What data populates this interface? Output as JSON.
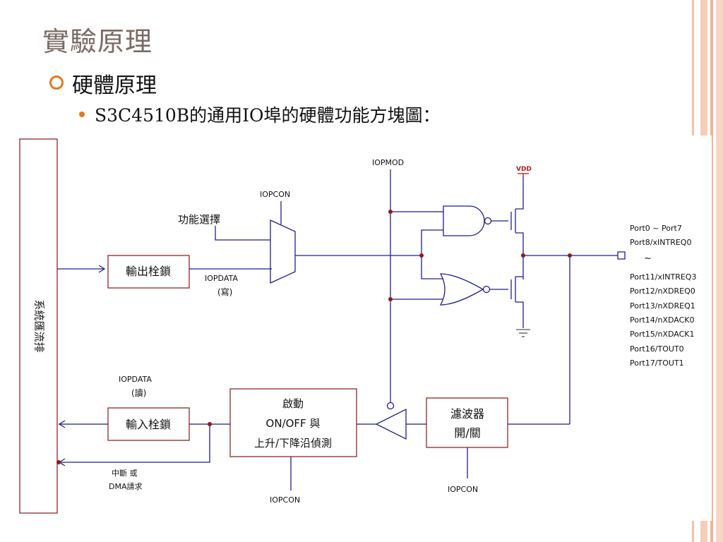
{
  "slide": {
    "title": "實驗原理",
    "bullet_level1": "硬體原理",
    "bullet_level2": "S3C4510B的通用IO埠的硬體功能方塊圖："
  },
  "colors": {
    "wire": "#1f1f8f",
    "block_border": "#8b2a2a",
    "title_text": "#7a6a64",
    "accent": "#e8761f",
    "deco_stripe": "#f4c0a8",
    "vdd": "#b51c1c"
  },
  "diagram": {
    "system_bus": "系統匯流排",
    "output_latch": "輸出栓鎖",
    "input_latch": "輸入栓鎖",
    "start_block": [
      "啟動",
      "ON/OFF 與",
      "上升/下降沿偵測"
    ],
    "filter_block": [
      "濾波器",
      "開/關"
    ],
    "func_select": "功能選擇",
    "iopcon_top": "IOPCON",
    "iopmod": "IOPMOD",
    "iopdata_write": [
      "IOPDATA",
      "(寫)"
    ],
    "iopdata_read": [
      "IOPDATA",
      "(讀)"
    ],
    "interrupt": [
      "中斷 或",
      "DMA請求"
    ],
    "iopcon_bottom": "IOPCON",
    "iopcon_filter": "IOPCON",
    "vdd": "VDD",
    "ports": [
      "Port0 ~ Port7",
      "Port8/xINTREQ0",
      "~",
      "Port11/xINTREQ3",
      "Port12/nXDREQ0",
      "Port13/nXDREQ1",
      "Port14/nXDACK0",
      "Port15/nXDACK1",
      "Port16/TOUT0",
      "Port17/TOUT1"
    ]
  }
}
